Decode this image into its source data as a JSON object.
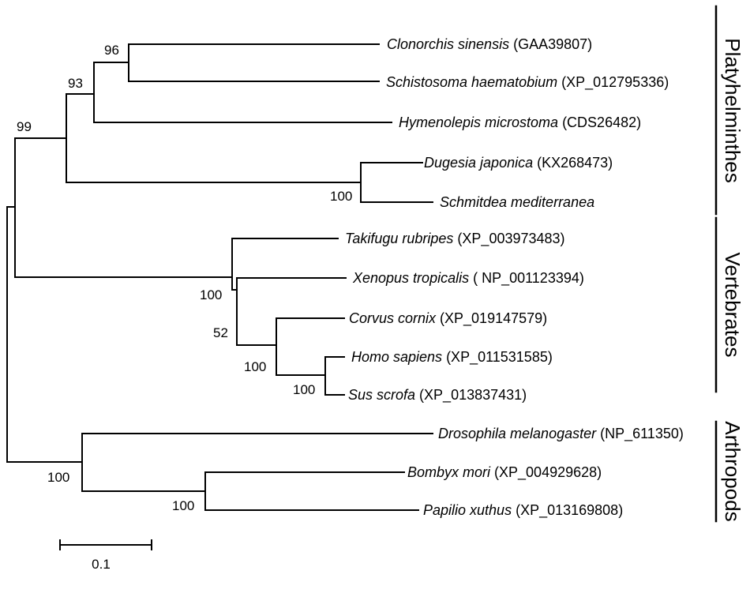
{
  "taxa": [
    {
      "id": "clonorchis",
      "species": "Clonorchis sinensis",
      "accession": "(GAA39807)"
    },
    {
      "id": "schistosoma",
      "species": "Schistosoma  haematobium",
      "accession": "(XP_012795336)"
    },
    {
      "id": "hymenolepis",
      "species": "Hymenolepis microstoma",
      "accession": "(CDS26482)"
    },
    {
      "id": "dugesia",
      "species": "Dugesia japonica",
      "accession": "(KX268473)"
    },
    {
      "id": "schmitdea",
      "species": "Schmitdea mediterranea",
      "accession": ""
    },
    {
      "id": "takifugu",
      "species": "Takifugu rubripes",
      "accession": "(XP_003973483)"
    },
    {
      "id": "xenopus",
      "species": "Xenopus tropicalis",
      "accession": "( NP_001123394)"
    },
    {
      "id": "corvus",
      "species": "Corvus cornix",
      "accession": "(XP_019147579)"
    },
    {
      "id": "homo",
      "species": "Homo sapiens",
      "accession": "(XP_011531585)"
    },
    {
      "id": "sus",
      "species": "Sus scrofa",
      "accession": "(XP_013837431)"
    },
    {
      "id": "drosophila",
      "species": "Drosophila melanogaster",
      "accession": "(NP_611350)"
    },
    {
      "id": "bombyx",
      "species": "Bombyx mori",
      "accession": "(XP_004929628)"
    },
    {
      "id": "papilio",
      "species": "Papilio xuthus",
      "accession": "(XP_013169808)"
    }
  ],
  "bootstrap": {
    "clonorchis_schistosoma": "96",
    "trematode_cestode": "93",
    "platyhelminthes": "99",
    "planarians": "100",
    "vertebrates": "100",
    "tetrapods": "52",
    "amniotes": "100",
    "mammals": "100",
    "arthropods": "100",
    "lepidoptera": "100"
  },
  "clades": {
    "platyhelminthes": "Platyhelminthes",
    "vertebrates": "Vertebrates",
    "arthropods": "Arthropods"
  },
  "scale_bar": {
    "label": "0.1"
  }
}
